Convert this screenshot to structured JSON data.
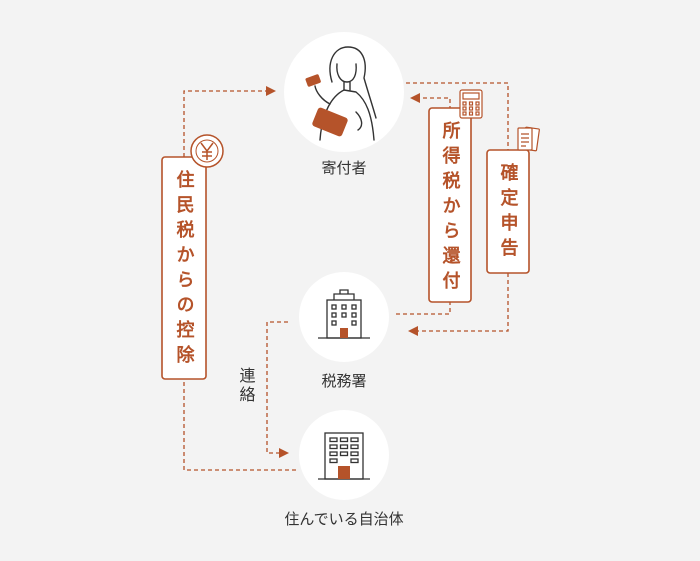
{
  "nodes": {
    "donor": {
      "label": "寄付者"
    },
    "tax_office": {
      "label": "税務署"
    },
    "municipality": {
      "label": "住んでいる自治体"
    }
  },
  "flows": {
    "resident_tax": {
      "label": "住民税からの控除"
    },
    "refund": {
      "label": "所得税から還付"
    },
    "filing": {
      "label": "確定申告"
    },
    "contact": {
      "label": "連絡"
    }
  },
  "icons": {
    "coin": "yen-coin-icon",
    "calculator": "calculator-icon",
    "documents": "documents-icon",
    "donor": "woman-with-wallet-icon",
    "tax_office": "office-building-icon",
    "municipality": "city-hall-building-icon"
  },
  "colors": {
    "accent": "#b5532a",
    "background": "#f3f3f3",
    "circle": "#ffffff",
    "text": "#333333"
  }
}
